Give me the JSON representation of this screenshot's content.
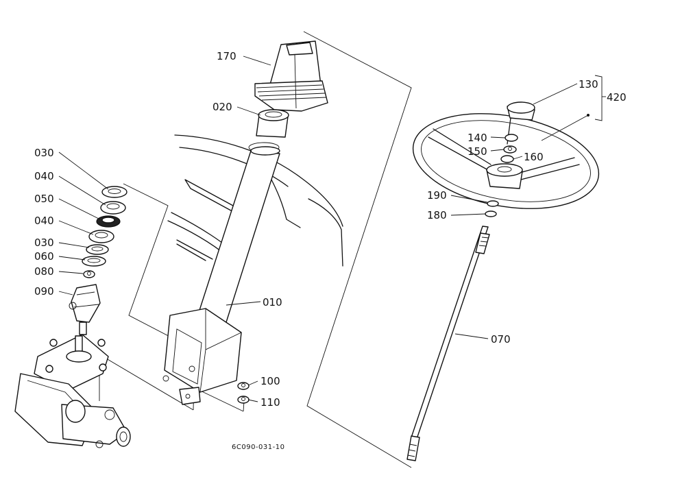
{
  "drawing_code": "6C090-031-10",
  "callouts": {
    "p010": "010",
    "p020": "020",
    "p030a": "030",
    "p030b": "030",
    "p040a": "040",
    "p040b": "040",
    "p050": "050",
    "p060": "060",
    "p070": "070",
    "p080": "080",
    "p090": "090",
    "p100": "100",
    "p110": "110",
    "p130": "130",
    "p140": "140",
    "p150": "150",
    "p160": "160",
    "p170": "170",
    "p180": "180",
    "p190": "190",
    "p420": "420"
  }
}
